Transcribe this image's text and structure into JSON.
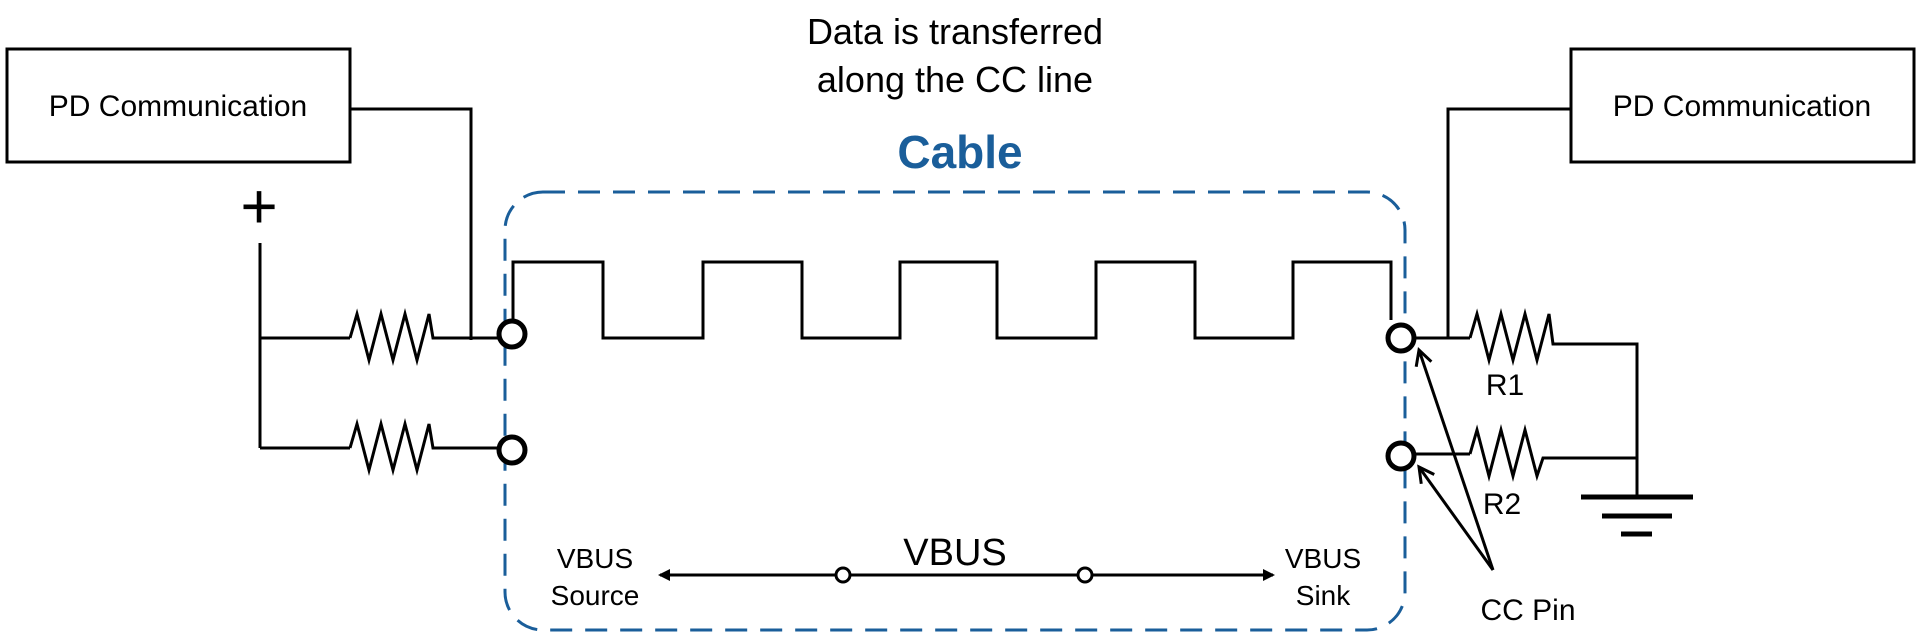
{
  "colors": {
    "cable_accent": "#1A5E9A",
    "line": "#000000",
    "background": "#ffffff"
  },
  "header": {
    "caption_line1": "Data is transferred",
    "caption_line2": "along the CC line"
  },
  "cable": {
    "title": "Cable",
    "vbus_label": "VBUS",
    "source_line1": "VBUS",
    "source_line2": "Source",
    "sink_line1": "VBUS",
    "sink_line2": "Sink"
  },
  "left": {
    "box_label": "PD Communication",
    "supply_symbol": "+"
  },
  "right": {
    "box_label": "PD Communication",
    "r1_label": "R1",
    "r2_label": "R2",
    "cc_pin_label": "CC Pin"
  }
}
